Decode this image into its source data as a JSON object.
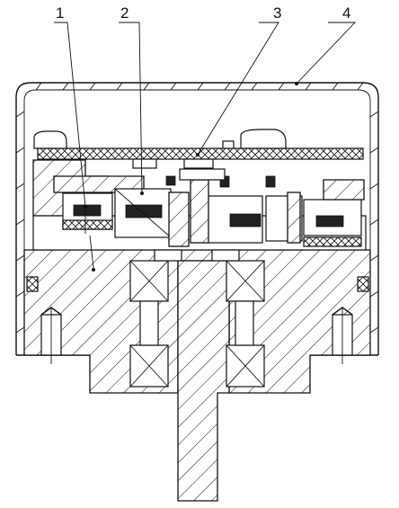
{
  "figure": {
    "callouts": [
      {
        "id": "c1",
        "label": "1"
      },
      {
        "id": "c2",
        "label": "2"
      },
      {
        "id": "c3",
        "label": "3"
      },
      {
        "id": "c4",
        "label": "4"
      }
    ]
  },
  "colors": {
    "line": "#111111",
    "background": "#ffffff"
  }
}
